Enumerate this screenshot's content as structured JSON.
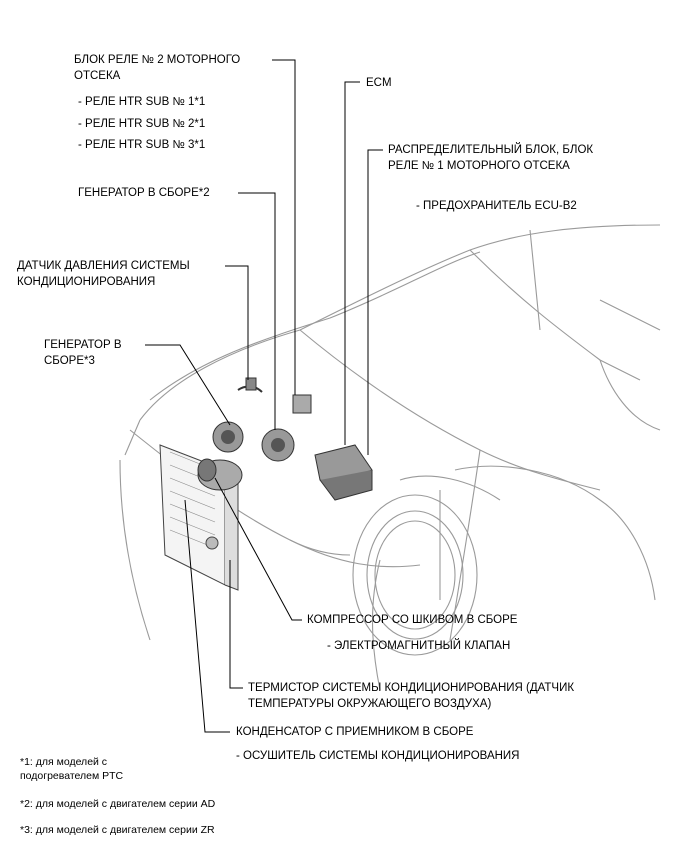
{
  "labels": {
    "relay_block_2": {
      "line1": "БЛОК РЕЛЕ № 2 МОТОРНОГО",
      "line2": "ОТСЕКА"
    },
    "relay_htr_1": "- РЕЛЕ HTR SUB № 1*1",
    "relay_htr_2": "- РЕЛЕ HTR SUB № 2*1",
    "relay_htr_3": "- РЕЛЕ HTR SUB № 3*1",
    "ecm": "ECM",
    "junction_block": {
      "line1": "РАСПРЕДЕЛИТЕЛЬНЫЙ БЛОК, БЛОК",
      "line2": "РЕЛЕ № 1 МОТОРНОГО ОТСЕКА"
    },
    "fuse_ecu_b2": "- ПРЕДОХРАНИТЕЛЬ ECU-B2",
    "generator_2": "ГЕНЕРАТОР В СБОРЕ*2",
    "pressure_sensor": {
      "line1": "ДАТЧИК ДАВЛЕНИЯ СИСТЕМЫ",
      "line2": "КОНДИЦИОНИРОВАНИЯ"
    },
    "generator_3": {
      "line1": "ГЕНЕРАТОР В",
      "line2": "СБОРЕ*3"
    },
    "compressor": "КОМПРЕССОР СО ШКИВОМ В СБОРЕ",
    "magnetic_clutch": "- ЭЛЕКТРОМАГНИТНЫЙ КЛАПАН",
    "thermistor": {
      "line1": "ТЕРМИСТОР СИСТЕМЫ КОНДИЦИОНИРОВАНИЯ (ДАТЧИК",
      "line2": "ТЕМПЕРАТУРЫ ОКРУЖАЮЩЕГО ВОЗДУХА)"
    },
    "condenser": "КОНДЕНСАТОР С ПРИЕМНИКОМ В СБОРЕ",
    "dryer": "- ОСУШИТЕЛЬ СИСТЕМЫ КОНДИЦИОНИРОВАНИЯ"
  },
  "footnotes": {
    "note1": {
      "line1": "*1: для моделей с",
      "line2": "подогревателем PTC"
    },
    "note2": "*2: для моделей с двигателем серии AD",
    "note3": "*3: для моделей с двигателем серии ZR"
  }
}
